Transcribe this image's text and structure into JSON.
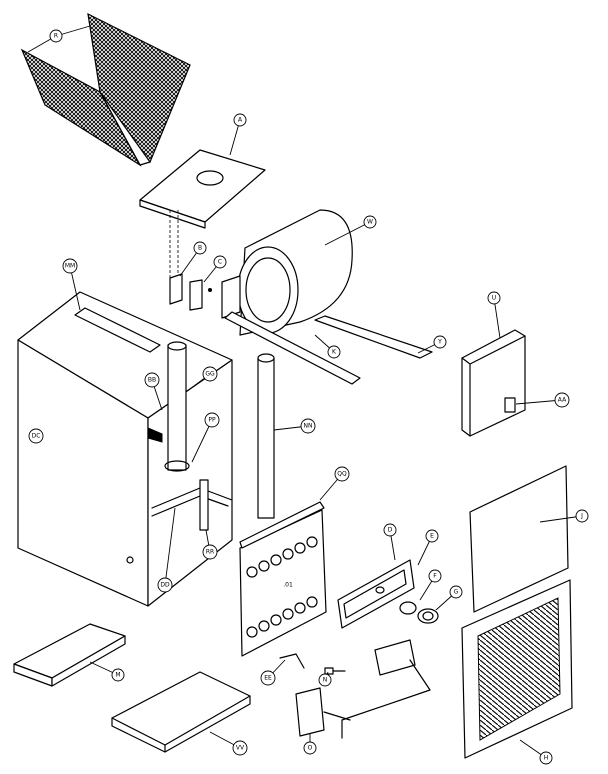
{
  "labels": [
    {
      "id": "R",
      "text": "R"
    },
    {
      "id": "A",
      "text": "A"
    },
    {
      "id": "B",
      "text": "B"
    },
    {
      "id": "C",
      "text": "C"
    },
    {
      "id": "W",
      "text": "W"
    },
    {
      "id": "MM",
      "text": "MM"
    },
    {
      "id": "K",
      "text": "K"
    },
    {
      "id": "Y",
      "text": "Y"
    },
    {
      "id": "U",
      "text": "U"
    },
    {
      "id": "AA",
      "text": "AA"
    },
    {
      "id": "BB",
      "text": "BB"
    },
    {
      "id": "GG",
      "text": "GG"
    },
    {
      "id": "PP",
      "text": "PP"
    },
    {
      "id": "NN",
      "text": "NN"
    },
    {
      "id": "DC",
      "text": "DC"
    },
    {
      "id": "QQ",
      "text": "QQ"
    },
    {
      "id": "J",
      "text": "J"
    },
    {
      "id": "DD",
      "text": "DD"
    },
    {
      "id": "RR",
      "text": "RR"
    },
    {
      "id": "D",
      "text": "D"
    },
    {
      "id": "E",
      "text": "E"
    },
    {
      "id": "F",
      "text": "F"
    },
    {
      "id": "G",
      "text": "G"
    },
    {
      "id": "M",
      "text": "M"
    },
    {
      "id": "EE",
      "text": "EE"
    },
    {
      "id": "N",
      "text": "N"
    },
    {
      "id": "H",
      "text": "H"
    },
    {
      "id": "VV",
      "text": "VV"
    },
    {
      "id": "O",
      "text": "O"
    }
  ],
  "panel_text": ".01"
}
